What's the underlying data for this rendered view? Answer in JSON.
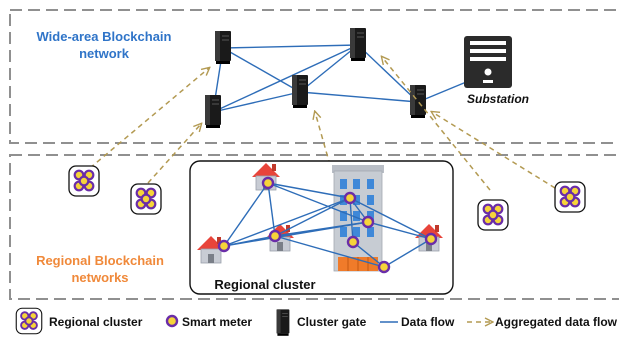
{
  "titles": {
    "wide_area": [
      "Wide-area Blockchain",
      "network"
    ],
    "regional": [
      "Regional Blockchain",
      "networks"
    ],
    "substation": "Substation",
    "regional_cluster": "Regional cluster"
  },
  "legend": {
    "regional_cluster": "Regional cluster",
    "smart_meter": "Smart meter",
    "cluster_gate": "Cluster gate",
    "data_flow": "Data flow",
    "aggregated_data_flow": "Aggregated data flow"
  },
  "colors": {
    "blue_text": "#2f74c8",
    "orange_text": "#f0893a",
    "link": "#2e6db8",
    "aggregated_arrow": "#b39a52",
    "meter_ring": "#6a2da8",
    "meter_fill": "#f6d43a",
    "dashed_border": "#909090"
  },
  "icons": [
    "server-icon",
    "substation-icon",
    "house-icon",
    "building-icon",
    "smart-meter-icon",
    "regional-cluster-icon"
  ]
}
